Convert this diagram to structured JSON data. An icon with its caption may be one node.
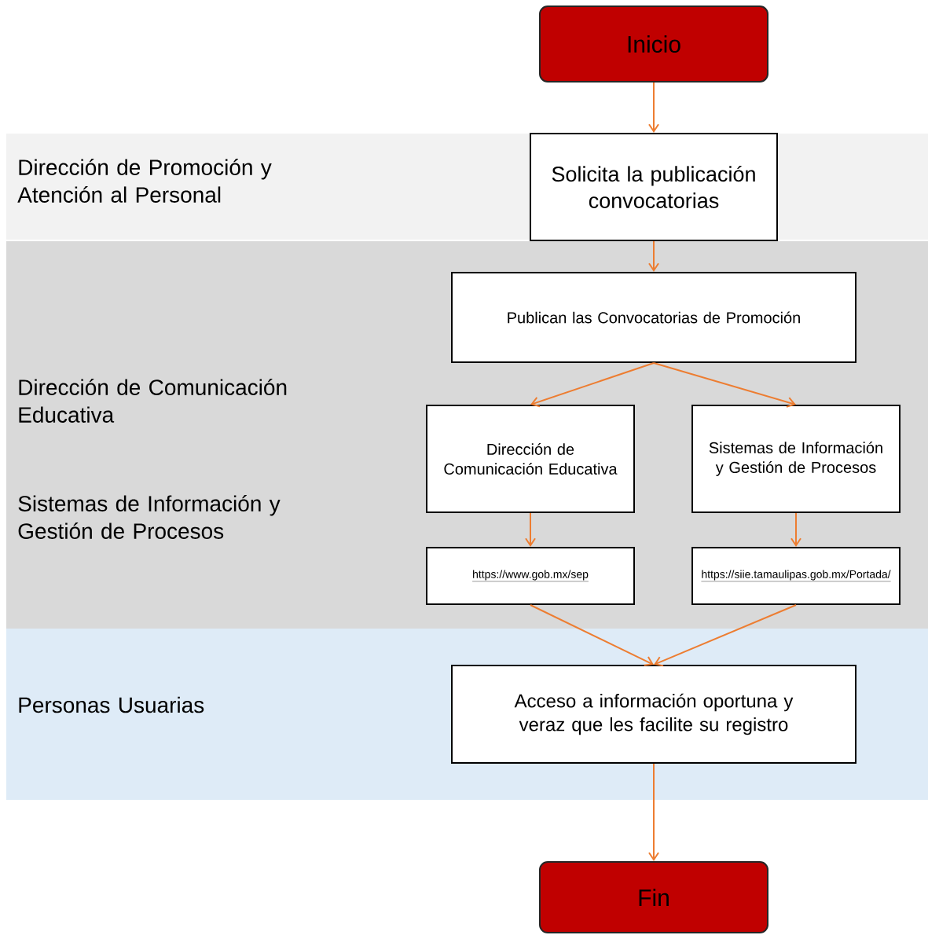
{
  "diagram": {
    "nodes": [
      {
        "text": [
          "Inicio"
        ]
      },
      {
        "text": [
          "Dirección de Promoción y Atención al Personal"
        ]
      },
      {
        "text": [
          "Solicita la publicación convocatorias"
        ],
        "in": 1
      },
      {
        "text": [
          "Dirección de Comunicación Educativa",
          "Sistemas de Información y Gestión de Procesos"
        ]
      },
      {
        "text": [
          "Publican las Convocatorias de Promoción"
        ],
        "in": 3
      },
      {
        "text": [
          "Dirección de Comunicación Educativa"
        ],
        "in": 3
      },
      {
        "text": [
          "Sistemas de Información y Gestión de Procesos"
        ],
        "in": 3
      },
      {
        "text": [
          "https://www.gob.mx/sep"
        ],
        "in": 3
      },
      {
        "text": [
          "https://siie.tamaulipas.gob.mx/Portada/"
        ],
        "in": 3
      },
      {
        "text": [
          "Personas Usuarias"
        ]
      },
      {
        "text": [
          "Acceso a información oportuna y veraz que les facilite su registro"
        ],
        "in": 9
      },
      {
        "text": [
          "Fin"
        ]
      }
    ],
    "edges": [
      {
        "from": 0,
        "to": 2,
        "arrow": "to"
      },
      {
        "from": 2,
        "to": 4,
        "arrow": "to"
      },
      {
        "from": 4,
        "to": 5,
        "arrow": "to"
      },
      {
        "from": 4,
        "to": 6,
        "arrow": "to"
      },
      {
        "from": 5,
        "to": 7,
        "arrow": "to"
      },
      {
        "from": 6,
        "to": 8,
        "arrow": "to"
      },
      {
        "from": 7,
        "to": 10,
        "arrow": "to"
      },
      {
        "from": 8,
        "to": 10,
        "arrow": "to"
      },
      {
        "from": 10,
        "to": 11,
        "arrow": "to"
      }
    ]
  }
}
